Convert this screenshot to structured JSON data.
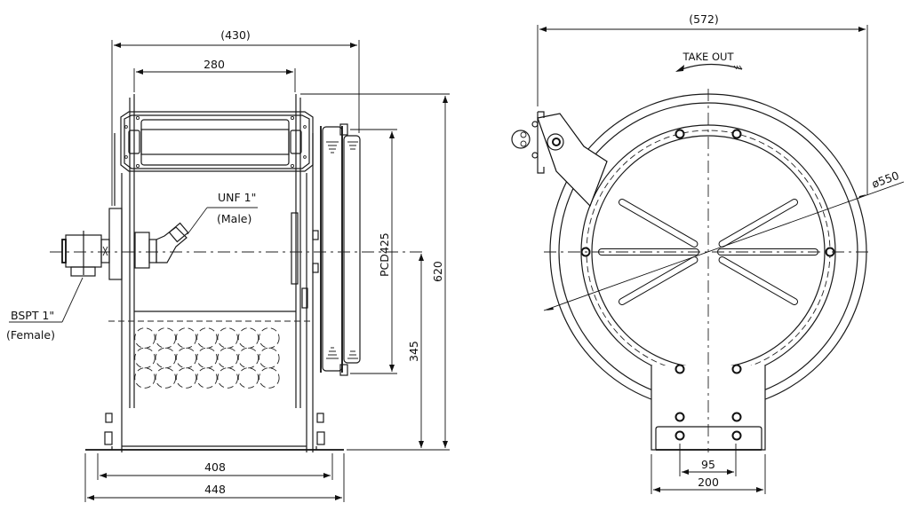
{
  "drawing": {
    "subject": "Hose reel technical drawing",
    "side_view": {
      "dim_overall_width_top": "(430)",
      "dim_frame_width": "280",
      "dim_height": "620",
      "dim_pcd": "PCD425",
      "dim_axis_height": "345",
      "dim_base_holes": "408",
      "dim_base_width": "448",
      "outlet_label": "UNF 1\"",
      "outlet_sublabel": "(Male)",
      "inlet_label": "BSPT 1\"",
      "inlet_sublabel": "(Female)"
    },
    "front_view": {
      "dim_overall_width": "(572)",
      "rotation_label": "TAKE OUT",
      "dim_diameter": "ø550",
      "dim_hole_spacing": "95",
      "dim_base_width": "200"
    }
  }
}
